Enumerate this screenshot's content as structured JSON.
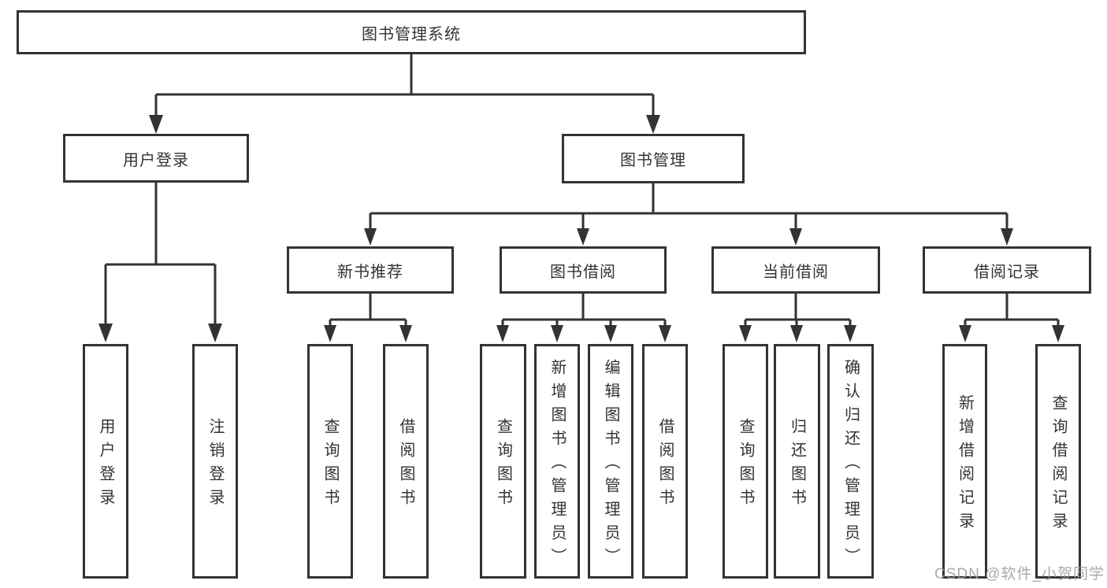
{
  "tree": {
    "root": {
      "label": "图书管理系统"
    },
    "branches": [
      {
        "label": "用户登录",
        "children": [
          {
            "label": "用户登录"
          },
          {
            "label": "注销登录"
          }
        ]
      },
      {
        "label": "图书管理",
        "children": [
          {
            "label": "新书推荐",
            "children": [
              {
                "label": "查询图书"
              },
              {
                "label": "借阅图书"
              }
            ]
          },
          {
            "label": "图书借阅",
            "children": [
              {
                "label": "查询图书"
              },
              {
                "label": "新增图书（管理员）"
              },
              {
                "label": "编辑图书（管理员）"
              },
              {
                "label": "借阅图书"
              }
            ]
          },
          {
            "label": "当前借阅",
            "children": [
              {
                "label": "查询图书"
              },
              {
                "label": "归还图书"
              },
              {
                "label": "确认归还（管理员）"
              }
            ]
          },
          {
            "label": "借阅记录",
            "children": [
              {
                "label": "新增借阅记录"
              },
              {
                "label": "查询借阅记录"
              }
            ]
          }
        ]
      }
    ]
  },
  "watermark": {
    "text": "CSDN @软件_小贺同学"
  },
  "colors": {
    "line": "#333333",
    "text": "#333333",
    "box_background": "#ffffff",
    "watermark": "#9b9b9b",
    "background": "#ffffff"
  }
}
